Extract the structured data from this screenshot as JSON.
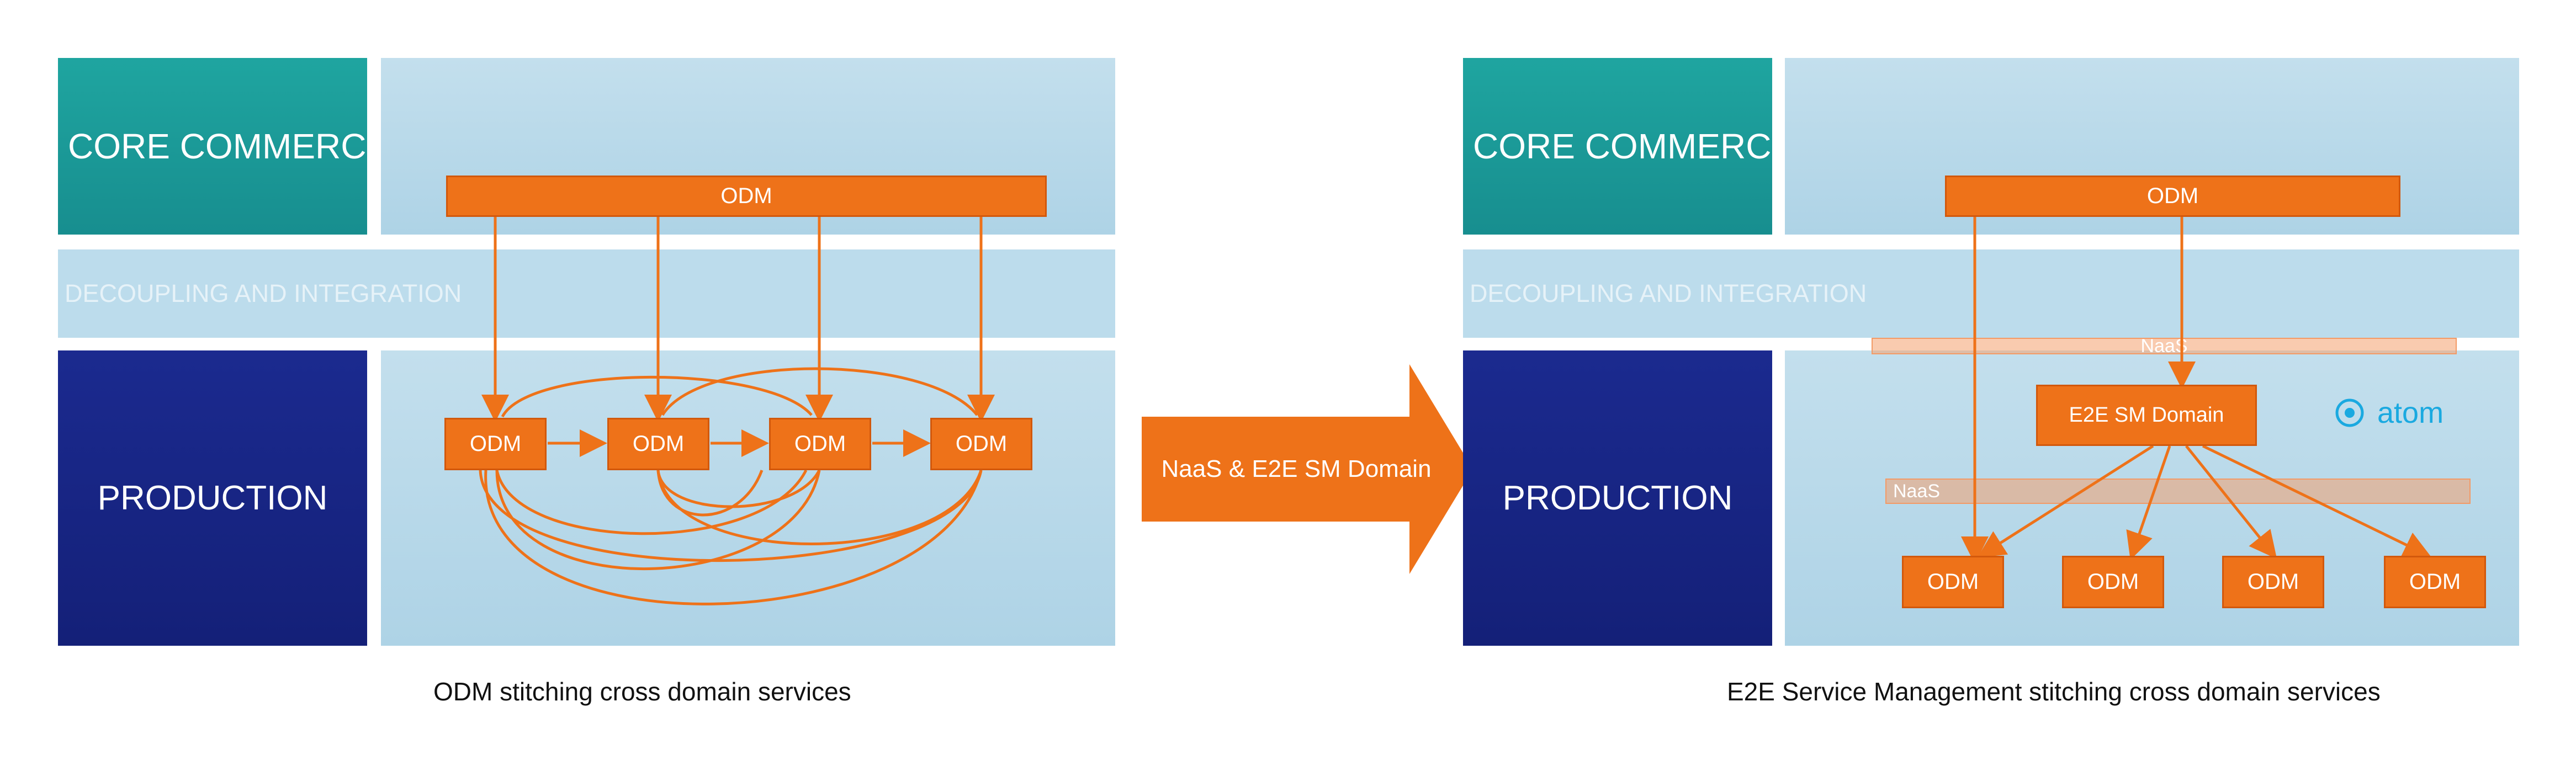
{
  "left": {
    "core_commerce": "CORE COMMERCE",
    "decoupling": "DECOUPLING AND INTEGRATION",
    "production": "PRODUCTION",
    "top_odm": "ODM",
    "odms": [
      "ODM",
      "ODM",
      "ODM",
      "ODM"
    ],
    "caption": "ODM stitching cross domain services"
  },
  "arrow": {
    "label": "NaaS & E2E SM Domain"
  },
  "right": {
    "core_commerce": "CORE COMMERCE",
    "decoupling": "DECOUPLING AND INTEGRATION",
    "production": "PRODUCTION",
    "top_odm": "ODM",
    "naas_top": "NaaS",
    "naas_bottom": "NaaS",
    "e2e": "E2E SM Domain",
    "atom": "atom",
    "odms": [
      "ODM",
      "ODM",
      "ODM",
      "ODM"
    ],
    "caption": "E2E Service Management stitching cross domain services"
  },
  "colors": {
    "teal": "#1a9c9a",
    "navy": "#182583",
    "orange": "#ee7219",
    "panel": "#b9dbec",
    "atom": "#1aa9e0"
  }
}
